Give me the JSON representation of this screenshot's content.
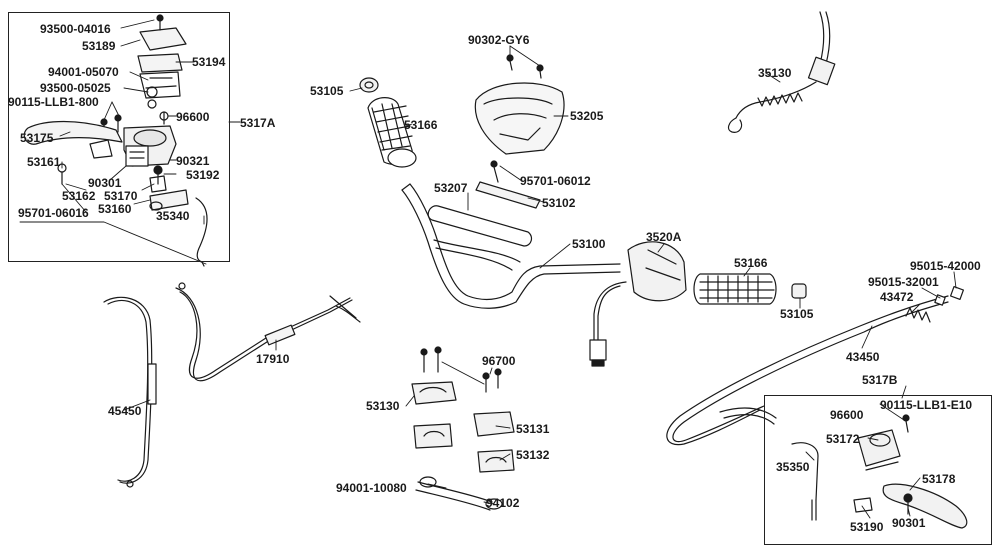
{
  "labels": [
    "93500-04016",
    "53189",
    "53194",
    "94001-05070",
    "93500-05025",
    "90115-LLB1-800",
    "96600",
    "5317A",
    "53175",
    "53161",
    "90321",
    "53192",
    "90301",
    "53162",
    "53170",
    "53160",
    "95701-06016",
    "35340",
    "90302-GY6",
    "53105",
    "53166",
    "53205",
    "35130",
    "95701-06012",
    "53207",
    "53102",
    "53100",
    "3520A",
    "53166",
    "53105",
    "95015-42000",
    "95015-32001",
    "43472",
    "45450",
    "17910",
    "96700",
    "53130",
    "53131",
    "53132",
    "94001-10080",
    "94102",
    "43450",
    "5317B",
    "90115-LLB1-E10",
    "96600",
    "53172",
    "35350",
    "53178",
    "53190",
    "90301"
  ]
}
